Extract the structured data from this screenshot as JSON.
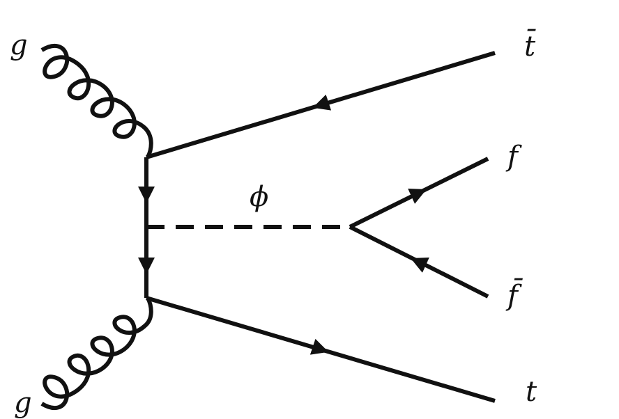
{
  "diagram": {
    "labels": {
      "gluon_top": "g",
      "gluon_bottom": "g",
      "antitop": "t̄",
      "top": "t",
      "fermion": "f",
      "antifermion": "f̄",
      "scalar": "ϕ"
    },
    "colors": {
      "line": "#111111",
      "background": "#ffffff"
    }
  }
}
